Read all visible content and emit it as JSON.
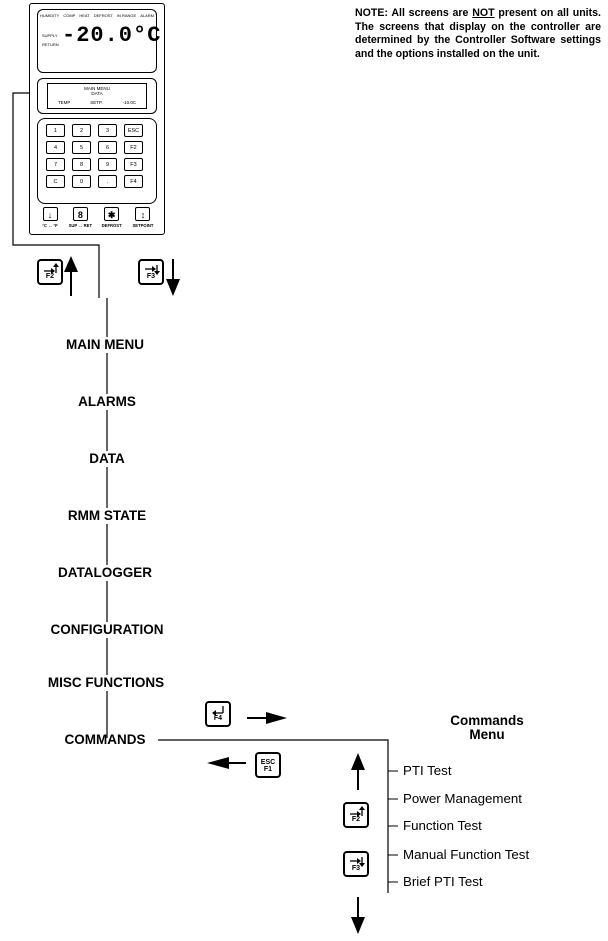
{
  "note": {
    "prefix": "NOTE: All screens are ",
    "underlined": "NOT",
    "suffix": " present on all units. The screens that display on the controller are determined by the Controller Software settings and the options installed on the unit."
  },
  "controller": {
    "display_value": "-20.0°C",
    "indicator_labels": [
      "HUMIDITY",
      "COMP",
      "HEAT",
      "DEFROST",
      "IN RANGE",
      "ALARM"
    ],
    "side_labels": [
      "SUPPLY",
      "RETURN"
    ],
    "lcd_lines": [
      "MAIN MENU",
      "DATA"
    ],
    "lcd_softkeys": [
      "TEMP",
      "SETP.",
      "-10.0C"
    ],
    "keypad_keys": [
      "1",
      "2",
      "3",
      "ESC",
      "4",
      "5",
      "6",
      "F2",
      "7",
      "8",
      "9",
      "F3",
      "C",
      "0",
      ".",
      "F4"
    ],
    "function_keys": [
      "°C ↔ °F",
      "SUP ↔ RET",
      "DEFROST",
      "SETPOINT"
    ]
  },
  "keys": {
    "f1_esc": "ESC",
    "f1": "F1",
    "f2": "F2",
    "f3": "F3",
    "f4": "F4"
  },
  "main_menu": [
    "MAIN MENU",
    "ALARMS",
    "DATA",
    "RMM STATE",
    "DATALOGGER",
    "CONFIGURATION",
    "MISC FUNCTIONS",
    "COMMANDS"
  ],
  "commands_menu": {
    "title_line1": "Commands",
    "title_line2": "Menu",
    "items": [
      "PTI Test",
      "Power Management",
      "Function Test",
      "Manual Function Test",
      "Brief PTI Test"
    ]
  }
}
